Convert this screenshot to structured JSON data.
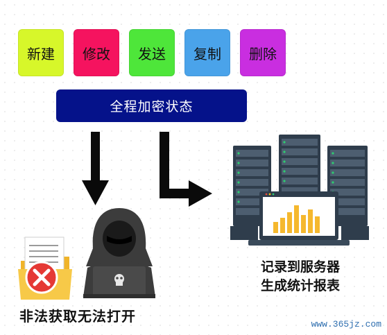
{
  "operations": [
    {
      "label": "新建",
      "color": "#d7f72a"
    },
    {
      "label": "修改",
      "color": "#f5135f"
    },
    {
      "label": "发送",
      "color": "#4ee63a"
    },
    {
      "label": "复制",
      "color": "#4aa3ea"
    },
    {
      "label": "删除",
      "color": "#c92ee0"
    }
  ],
  "status_bar": {
    "label": "全程加密状态",
    "color": "#05128a"
  },
  "server_caption": {
    "line1": "记录到服务器",
    "line2": "生成统计报表"
  },
  "hacker_caption": "非法获取无法打开",
  "watermark": "www.365jz.com"
}
